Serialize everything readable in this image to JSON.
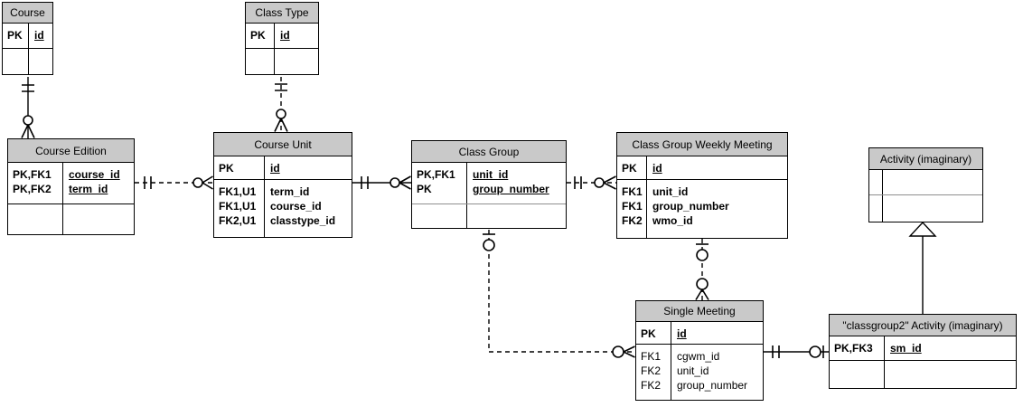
{
  "diagram_type": "entity-relationship (crow's foot notation)",
  "colors": {
    "background": "#ffffff",
    "entity_header_fill": "#c9c9c9",
    "entity_border": "#000000",
    "line": "#000000"
  },
  "entities": {
    "course": {
      "title": "Course",
      "keys": [
        {
          "k": "PK",
          "v": "id"
        }
      ]
    },
    "class_type": {
      "title": "Class Type",
      "keys": [
        {
          "k": "PK",
          "v": "id"
        }
      ]
    },
    "course_edition": {
      "title": "Course Edition",
      "keys": [
        {
          "k": "PK,FK1",
          "v": "course_id"
        },
        {
          "k": "PK,FK2",
          "v": "term_id"
        }
      ]
    },
    "course_unit": {
      "title": "Course Unit",
      "keys": [
        {
          "k": "PK",
          "v": "id"
        }
      ],
      "attrs": [
        {
          "k": "FK1,U1",
          "v": "term_id"
        },
        {
          "k": "FK1,U1",
          "v": "course_id"
        },
        {
          "k": "FK2,U1",
          "v": "classtype_id"
        }
      ]
    },
    "class_group": {
      "title": "Class Group",
      "keys": [
        {
          "k": "PK,FK1",
          "v": "unit_id"
        },
        {
          "k": "PK",
          "v": "group_number"
        }
      ]
    },
    "class_group_weekly_meeting": {
      "title": "Class Group Weekly Meeting",
      "keys": [
        {
          "k": "PK",
          "v": "id"
        }
      ],
      "attrs": [
        {
          "k": "FK1",
          "v": "unit_id"
        },
        {
          "k": "FK1",
          "v": "group_number"
        },
        {
          "k": "FK2",
          "v": "wmo_id"
        }
      ]
    },
    "activity": {
      "title": "Activity (imaginary)"
    },
    "single_meeting": {
      "title": "Single Meeting",
      "keys": [
        {
          "k": "PK",
          "v": "id"
        }
      ],
      "attrs": [
        {
          "k": "FK1",
          "v": "cgwm_id"
        },
        {
          "k": "FK2",
          "v": "unit_id"
        },
        {
          "k": "FK2",
          "v": "group_number"
        }
      ]
    },
    "classgroup2_activity": {
      "title": "\"classgroup2\" Activity (imaginary)",
      "keys": [
        {
          "k": "PK,FK3",
          "v": "sm_id"
        }
      ]
    }
  },
  "relationships": [
    {
      "from": "Course",
      "to": "Course Edition",
      "from_cardinality": "one and only one",
      "to_cardinality": "zero or many",
      "line": "solid"
    },
    {
      "from": "Class Type",
      "to": "Course Unit",
      "from_cardinality": "one and only one",
      "to_cardinality": "zero or many",
      "line": "dashed"
    },
    {
      "from": "Course Edition",
      "to": "Course Unit",
      "from_cardinality": "one and only one",
      "to_cardinality": "zero or many",
      "line": "dashed"
    },
    {
      "from": "Course Unit",
      "to": "Class Group",
      "from_cardinality": "one and only one",
      "to_cardinality": "zero or many",
      "line": "solid"
    },
    {
      "from": "Class Group",
      "to": "Class Group Weekly Meeting",
      "from_cardinality": "one and only one",
      "to_cardinality": "zero or many",
      "line": "dashed"
    },
    {
      "from": "Class Group Weekly Meeting",
      "to": "Single Meeting",
      "from_cardinality": "zero or one",
      "to_cardinality": "zero or many",
      "line": "dashed"
    },
    {
      "from": "Class Group",
      "to": "Single Meeting",
      "from_cardinality": "zero or one",
      "to_cardinality": "zero or many",
      "line": "dashed"
    },
    {
      "from": "Single Meeting",
      "to": "\"classgroup2\" Activity (imaginary)",
      "from_cardinality": "one and only one",
      "to_cardinality": "zero or one",
      "line": "solid"
    },
    {
      "from": "\"classgroup2\" Activity (imaginary)",
      "to": "Activity (imaginary)",
      "type": "inheritance (generalization)",
      "line": "solid"
    }
  ]
}
